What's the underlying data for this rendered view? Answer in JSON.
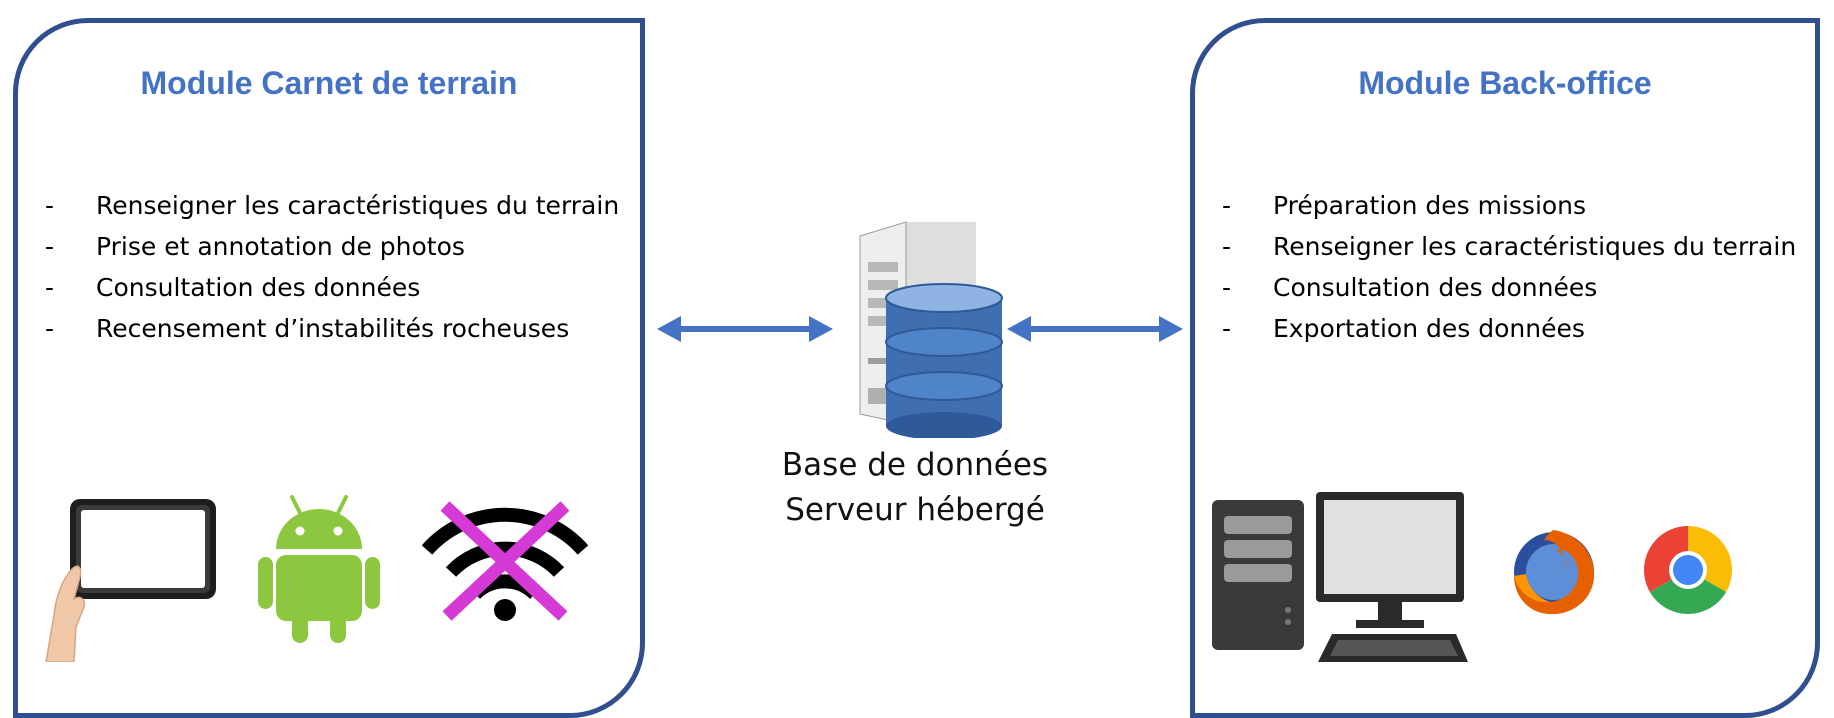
{
  "left_module": {
    "title": "Module Carnet de terrain",
    "items": [
      "Renseigner les caractéristiques du terrain",
      "Prise et annotation de photos",
      "Consultation des données",
      "Recensement d’instabilités rocheuses"
    ],
    "icons": [
      "tablet-in-hand-icon",
      "android-robot-icon",
      "no-wifi-icon"
    ]
  },
  "right_module": {
    "title": "Module Back-office",
    "items": [
      "Préparation des missions",
      "Renseigner les caractéristiques du terrain",
      "Consultation des données",
      "Exportation des données"
    ],
    "icons": [
      "desktop-computer-icon",
      "firefox-browser-icon",
      "chrome-browser-icon"
    ]
  },
  "center": {
    "caption_line1": "Base de données",
    "caption_line2": "Serveur hébergé",
    "icon": "database-server-icon"
  },
  "colors": {
    "module_border": "#2f4f8f",
    "title": "#4472c4",
    "arrow": "#4472c4",
    "no_wifi_cross": "#d63ad6",
    "android_green": "#8dc63f"
  }
}
